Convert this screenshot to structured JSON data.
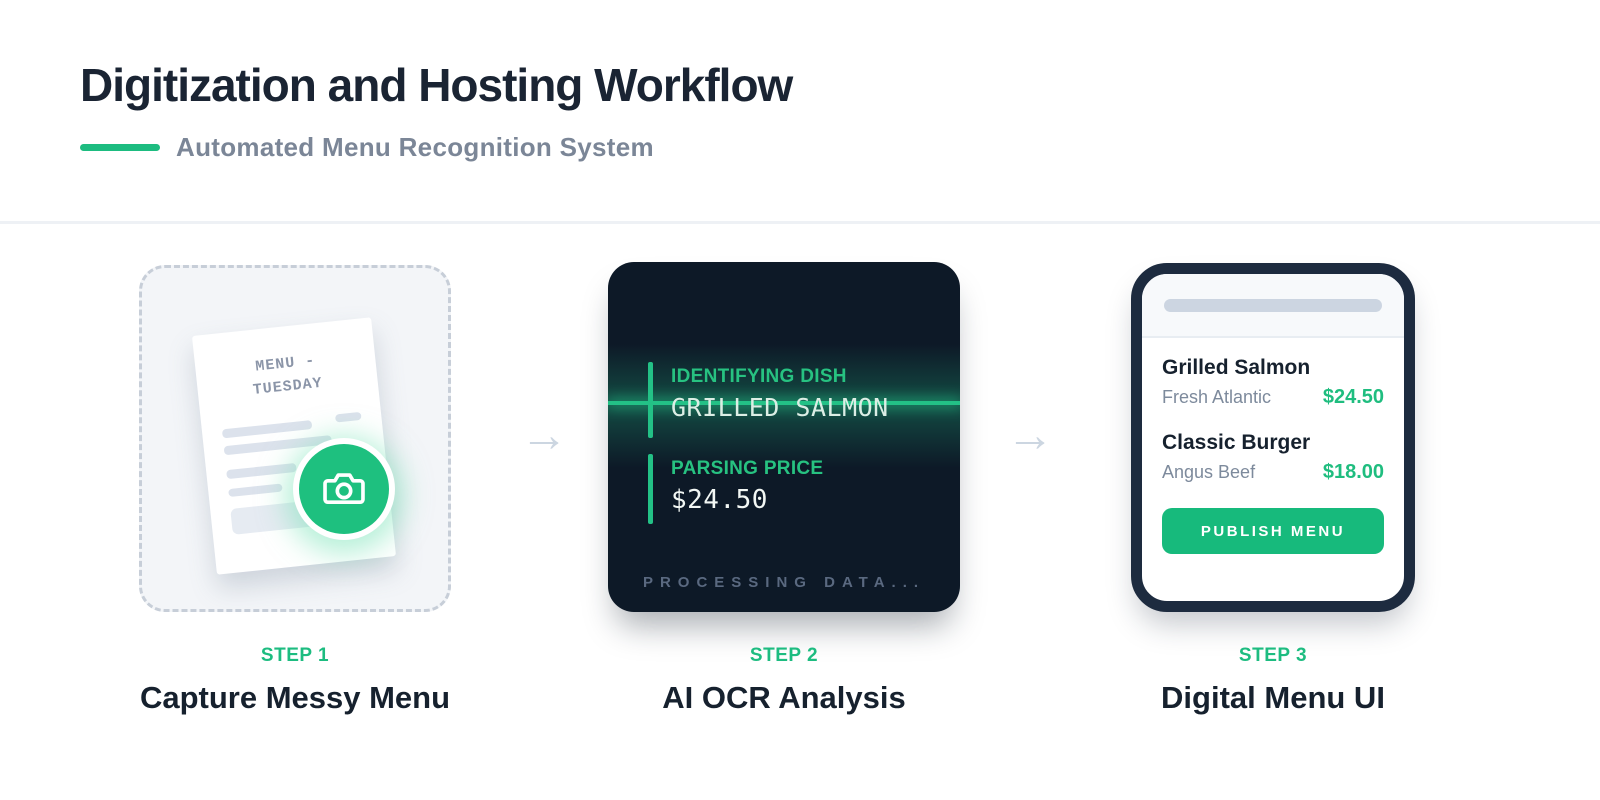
{
  "page": {
    "title": "Digitization and Hosting Workflow",
    "subtitle": "Automated Menu Recognition System"
  },
  "arrows": {
    "glyph": "→"
  },
  "steps": [
    {
      "step_label": "STEP 1",
      "title": "Capture Messy Menu",
      "paper": {
        "heading_line1": "MENU -",
        "heading_line2": "TUESDAY"
      },
      "icon": "camera-icon"
    },
    {
      "step_label": "STEP 2",
      "title": "AI OCR Analysis",
      "ocr": {
        "dish_label": "IDENTIFYING DISH",
        "dish_value": "GRILLED SALMON",
        "price_label": "PARSING PRICE",
        "price_value": "$24.50",
        "status": "PROCESSING DATA..."
      }
    },
    {
      "step_label": "STEP 3",
      "title": "Digital Menu UI",
      "menu": {
        "items": [
          {
            "name": "Grilled Salmon",
            "desc": "Fresh Atlantic",
            "price": "$24.50"
          },
          {
            "name": "Classic Burger",
            "desc": "Angus Beef",
            "price": "$18.00"
          }
        ],
        "button_label": "PUBLISH MENU"
      }
    }
  ],
  "colors": {
    "accent_green": "#1DBC80",
    "navy_text": "#16212E",
    "ocr_card_bg": "#0D1927",
    "phone_frame": "#1D2B3F",
    "muted_gray": "#7B8697"
  }
}
